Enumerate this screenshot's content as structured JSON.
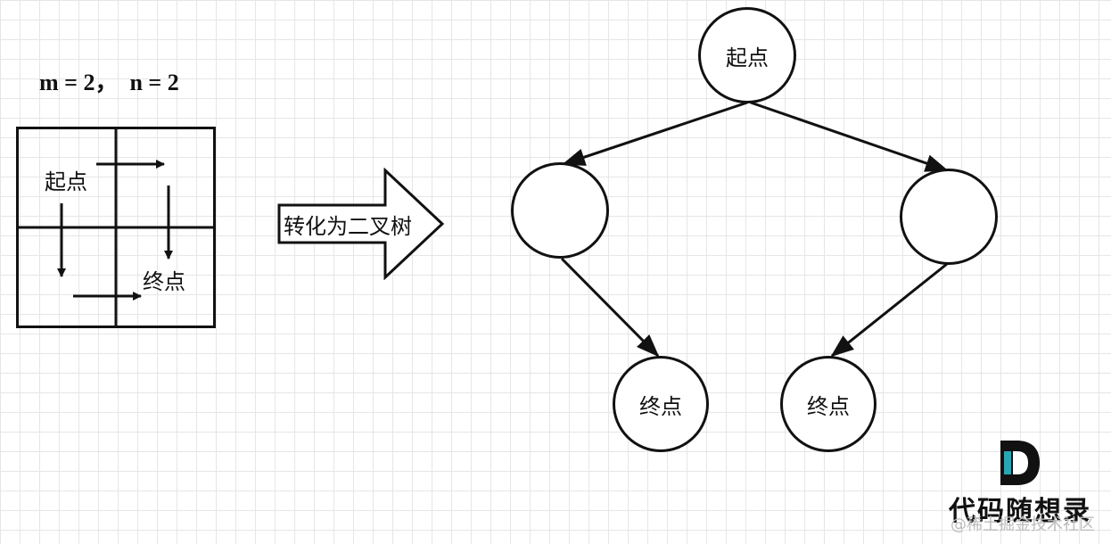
{
  "params": "m = 2，  n = 2",
  "grid": {
    "start_label": "起点",
    "end_label": "终点"
  },
  "transform_label": "转化为二叉树",
  "tree": {
    "root": "起点",
    "left_child": "",
    "right_child": "",
    "left_leaf": "终点",
    "right_leaf": "终点"
  },
  "logo": {
    "text": "代码随想录",
    "letter": "D"
  },
  "watermark": "@稀土掘金技术社区",
  "colors": {
    "stroke": "#111111",
    "accent": "#2aa6b3",
    "grid_line": "#e6e6e6"
  }
}
